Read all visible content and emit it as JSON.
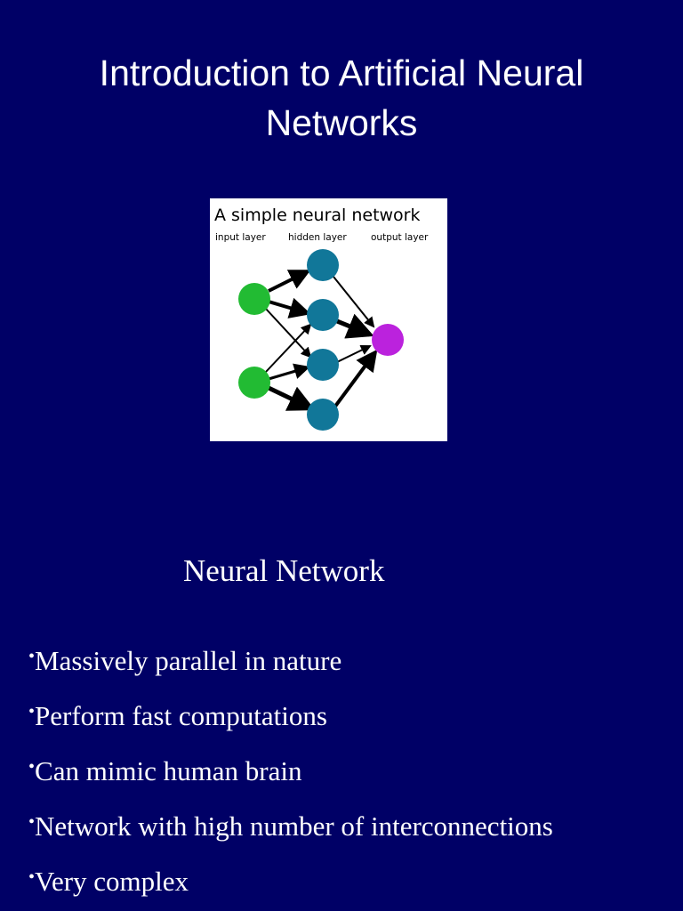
{
  "slide": {
    "title_line1": "Introduction to Artificial Neural",
    "title_line2": "Networks",
    "subtitle": "Neural Network",
    "bullet_marker": "•",
    "bullets": [
      "Massively parallel in nature",
      "Perform fast computations",
      "Can mimic human brain",
      "Network with high number of interconnections",
      "Very complex"
    ]
  },
  "figure": {
    "title": "A simple neural network",
    "layer_labels": [
      "input layer",
      "hidden layer",
      "output layer"
    ],
    "colors": {
      "background": "#000066",
      "input_node": "#22bb33",
      "hidden_node": "#117799",
      "output_node": "#bb22dd",
      "edge": "#000000"
    }
  }
}
